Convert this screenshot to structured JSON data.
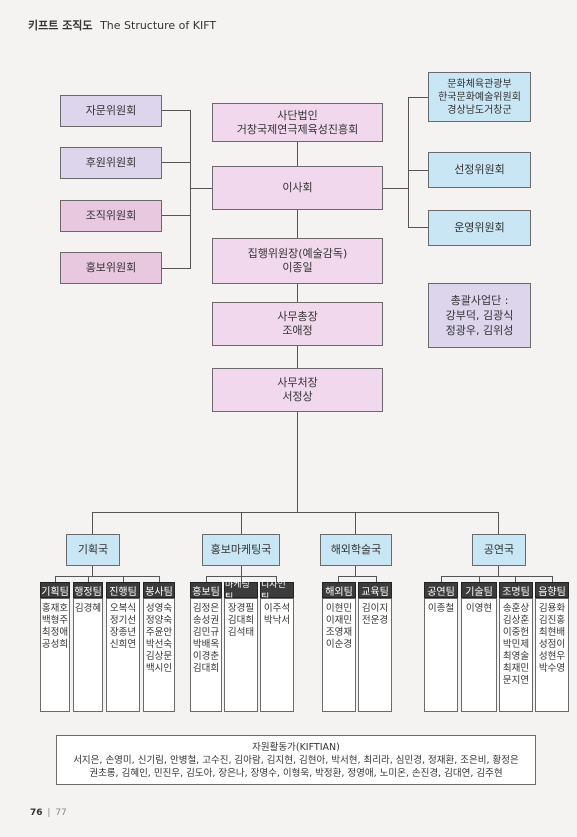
{
  "header": {
    "title_kr": "키프트 조직도",
    "title_en": "The Structure of KIFT"
  },
  "left_committees": [
    "자문위원회",
    "후원위원회",
    "조직위원회",
    "홍보위원회"
  ],
  "right_top": {
    "sponsors": [
      "문화체육관광부",
      "한국문화예술위원회",
      "경상남도거창군"
    ],
    "selection": "선정위원회",
    "operation": "운영위원회"
  },
  "general_project_team": [
    "총괄사업단 :",
    "강부덕, 김광식",
    "정광우, 김위성"
  ],
  "center": {
    "corporation": [
      "사단법인",
      "거창국제연극제육성진흥회"
    ],
    "board": "이사회",
    "executive": [
      "집행위원장(예술감독)",
      "이종일"
    ],
    "secretary_general": [
      "사무총장",
      "조애정"
    ],
    "secretariat_head": [
      "사무처장",
      "서정상"
    ]
  },
  "departments": [
    {
      "name": "기획국",
      "teams": [
        {
          "name": "기획팀",
          "members": [
            "홍재호",
            "백형주",
            "최정애",
            "공성희"
          ]
        },
        {
          "name": "행정팀",
          "members": [
            "김경혜"
          ]
        },
        {
          "name": "진행팀",
          "members": [
            "오복식",
            "정기선",
            "장종년",
            "신희연"
          ]
        },
        {
          "name": "봉사팀",
          "members": [
            "성영숙",
            "정양숙",
            "주윤안",
            "박선숙",
            "김상문",
            "백시인"
          ]
        }
      ]
    },
    {
      "name": "홍보마케팅국",
      "teams": [
        {
          "name": "홍보팀",
          "members": [
            "김정은",
            "송성권",
            "김민규",
            "박배옥",
            "이경춘",
            "김대희"
          ]
        },
        {
          "name": "마케팅팀",
          "members": [
            "장경필",
            "김대희",
            "김석태"
          ]
        },
        {
          "name": "디자인팀",
          "members": [
            "이주석",
            "박낙서"
          ]
        }
      ]
    },
    {
      "name": "해외학술국",
      "teams": [
        {
          "name": "해외팀",
          "members": [
            "이현민",
            "이재민",
            "조영재",
            "이순경"
          ]
        },
        {
          "name": "교육팀",
          "members": [
            "김이지",
            "전운경"
          ]
        }
      ]
    },
    {
      "name": "공연국",
      "teams": [
        {
          "name": "공연팀",
          "members": [
            "이종철"
          ]
        },
        {
          "name": "기술팀",
          "members": [
            "이영현"
          ]
        },
        {
          "name": "조명팀",
          "members": [
            "송훈상",
            "김상훈",
            "이중헌",
            "박민제",
            "최영술",
            "최재민",
            "문지연"
          ]
        },
        {
          "name": "음향팀",
          "members": [
            "김용화",
            "김진홍",
            "최현배",
            "성점이",
            "성현우",
            "박수영"
          ]
        }
      ]
    }
  ],
  "volunteers": {
    "title": "자원활동가(KIFTIAN)",
    "line1": "서지은, 손영미, 신기림, 안병철, 고수진, 김아람, 김지현, 김현아, 박서현, 최리라, 심민경, 정재환, 조은비, 황정은",
    "line2": "권초롱, 김혜인, 민진우, 김도아, 장은나, 장명수, 이형욱, 박정환, 정영애, 노미온, 손진경, 김대연, 김주현"
  },
  "footer": {
    "page_left": "76",
    "separator": "|",
    "page_right": "77"
  }
}
